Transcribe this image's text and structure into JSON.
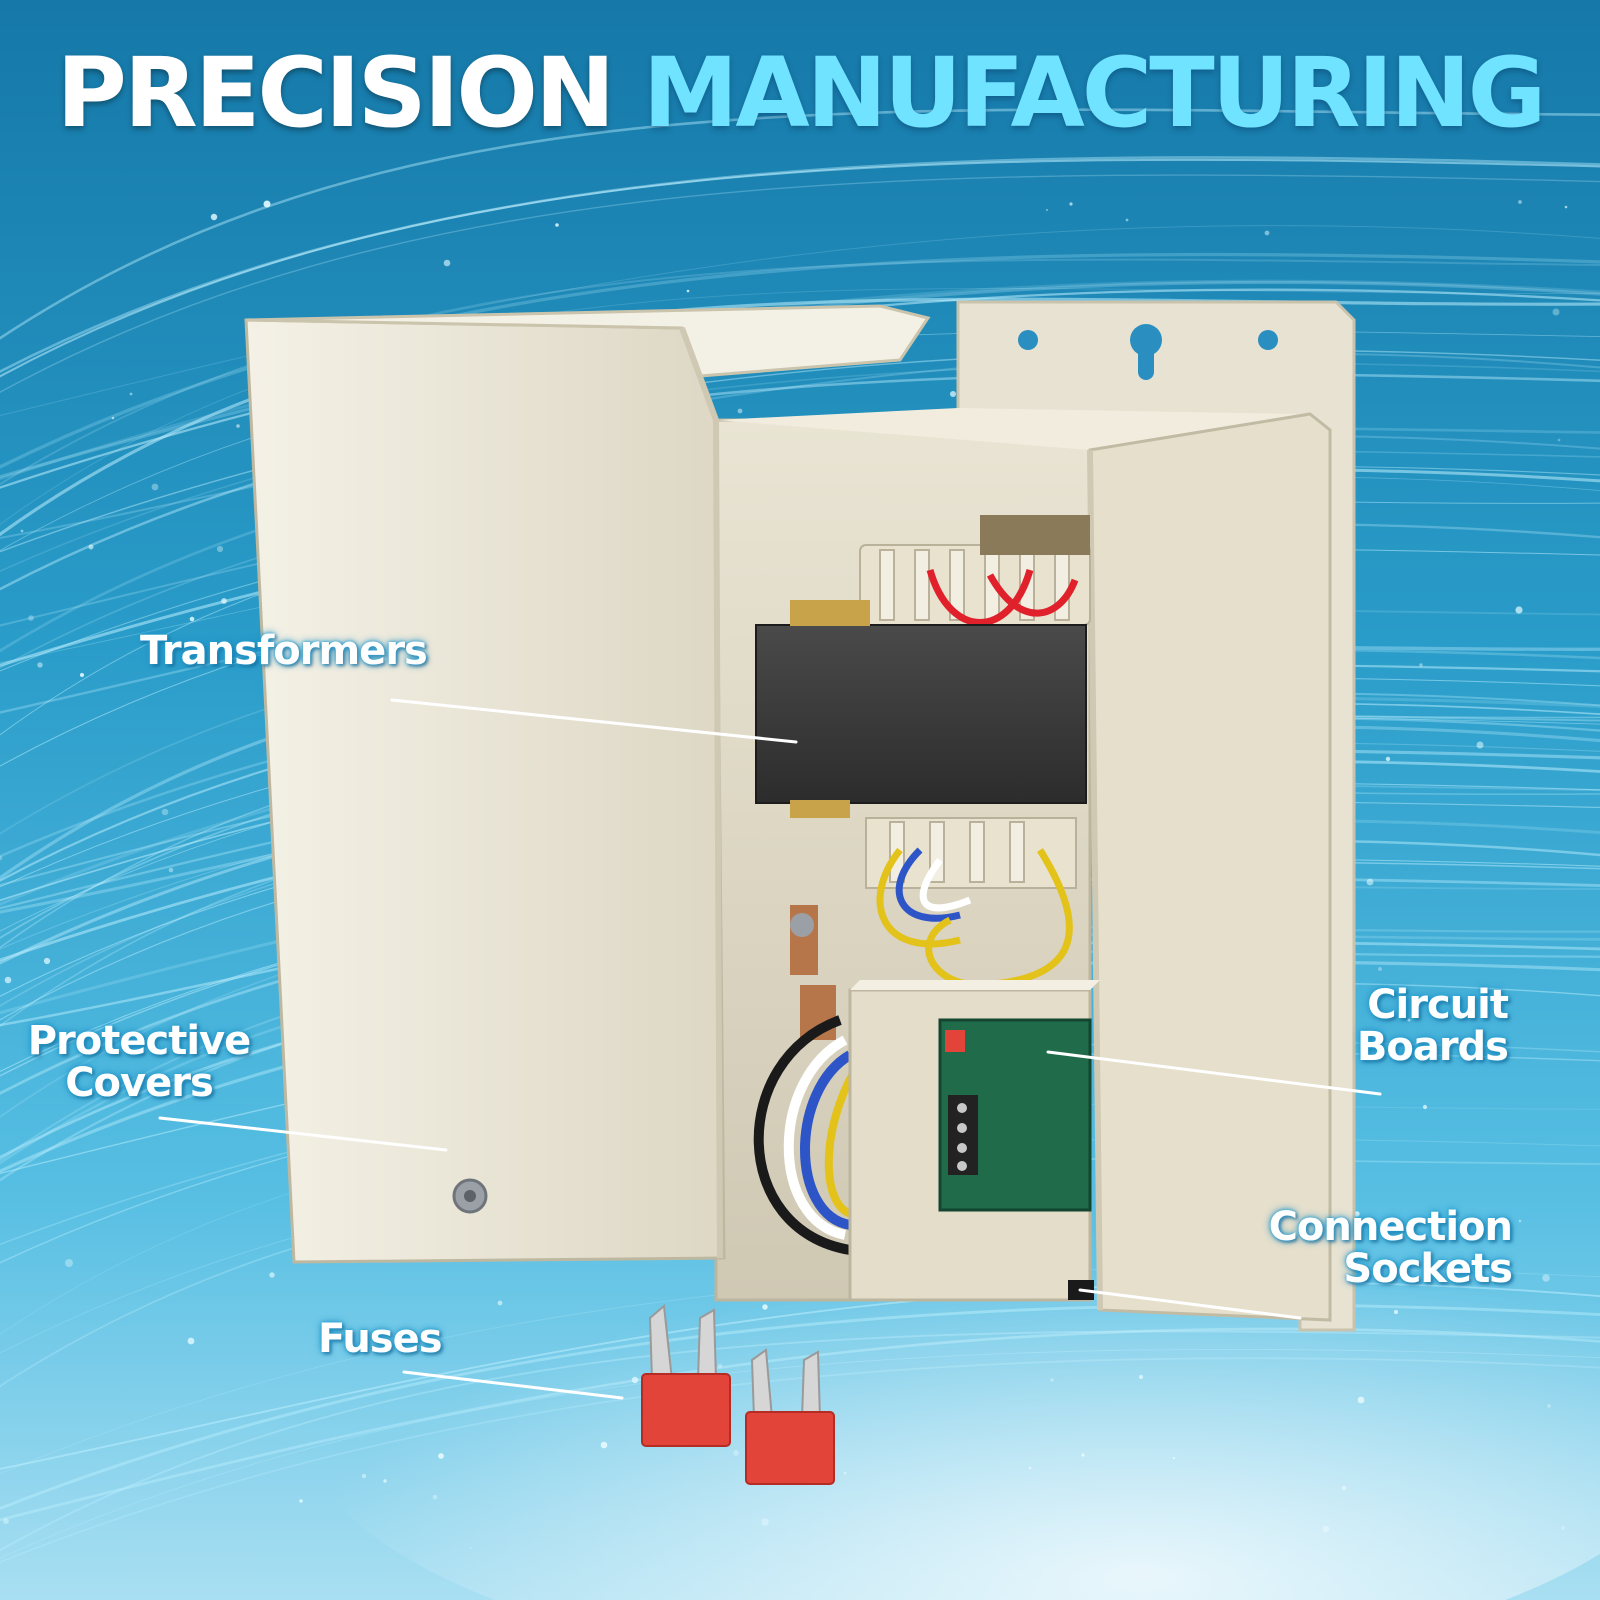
{
  "headline": {
    "word1": "PRECISION",
    "word2": "MANUFACTURING"
  },
  "callouts": {
    "transformers": "Transformers",
    "protective_line1": "Protective",
    "protective_line2": "Covers",
    "circuit_line1": "Circuit",
    "circuit_line2": "Boards",
    "connection_line1": "Connection",
    "connection_line2": "Sockets",
    "fuses": "Fuses"
  },
  "colors": {
    "accent": "#6fe3ff",
    "enclosure": "#ebe6d6",
    "fuse": "#e2443a",
    "transformer_core": "#3a3a3a"
  }
}
